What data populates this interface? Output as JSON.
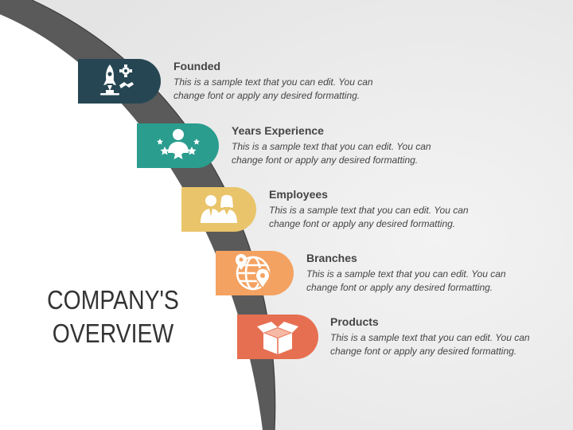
{
  "slide": {
    "title_line1": "COMPANY'S",
    "title_line2": "OVERVIEW",
    "items": [
      {
        "heading": "Founded",
        "text": "This is a sample text that you can edit. You can change font or apply any desired formatting.",
        "icon": "rocket-gear-icon",
        "color": "#264653"
      },
      {
        "heading": "Years Experience",
        "text": "This is a sample text that you can edit. You can change font or apply any desired formatting.",
        "icon": "person-stars-icon",
        "color": "#2A9D8F"
      },
      {
        "heading": "Employees",
        "text": "This is a sample text that you can edit. You can change font or apply any desired formatting.",
        "icon": "employees-icon",
        "color": "#E9C46A"
      },
      {
        "heading": "Branches",
        "text": "This is a sample text that you can edit. You can change font or apply any desired formatting.",
        "icon": "globe-pin-icon",
        "color": "#F4A261"
      },
      {
        "heading": "Products",
        "text": "This is a sample text that you can edit. You can change font or apply any desired formatting.",
        "icon": "open-box-icon",
        "color": "#E76F51"
      }
    ]
  }
}
